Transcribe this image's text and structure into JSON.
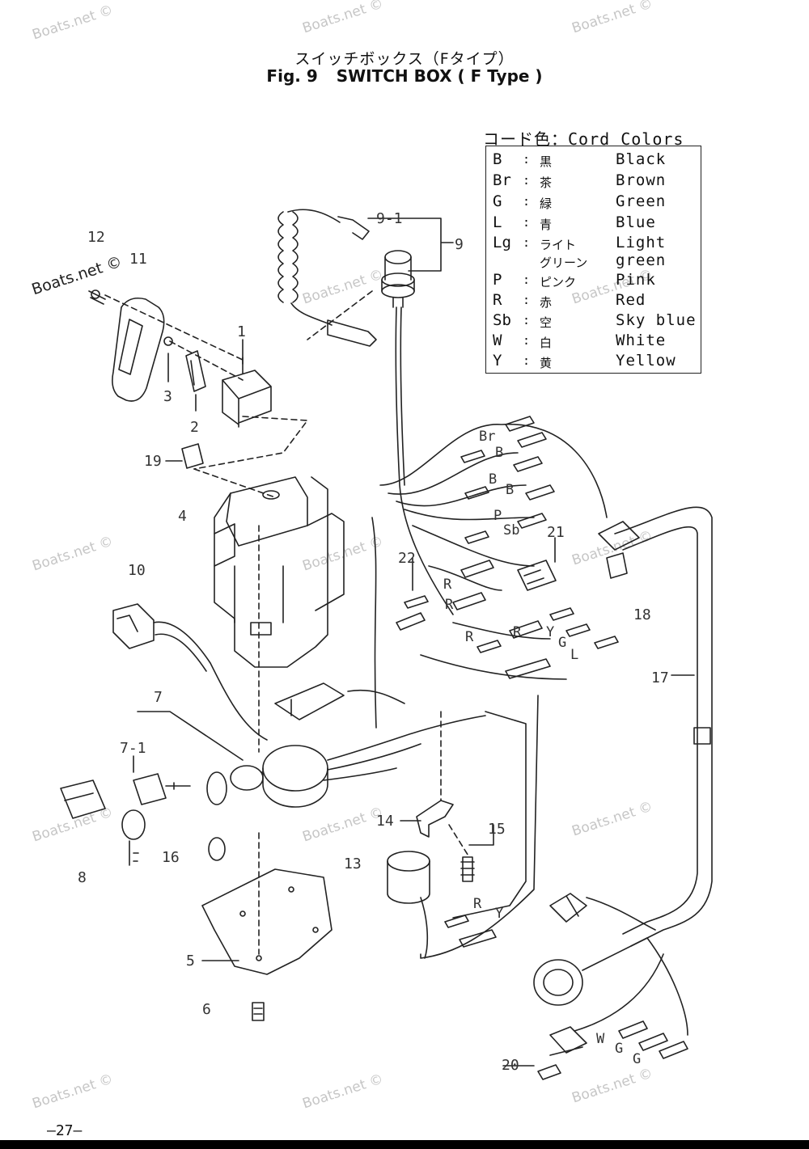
{
  "title": {
    "japanese": "スイッチボックス（Fタイプ）",
    "fig_label": "Fig. 9",
    "english": "SWITCH BOX ( F Type )"
  },
  "legend": {
    "title": "コード色：Cord Colors",
    "rows": [
      {
        "code": "B",
        "sep": ":",
        "jp": "黒",
        "en": "Black"
      },
      {
        "code": "Br",
        "sep": ":",
        "jp": "茶",
        "en": "Brown"
      },
      {
        "code": "G",
        "sep": ":",
        "jp": "緑",
        "en": "Green"
      },
      {
        "code": "L",
        "sep": ":",
        "jp": "青",
        "en": "Blue"
      },
      {
        "code": "Lg",
        "sep": ":",
        "jp": "ライト",
        "en": "Light"
      },
      {
        "code": "",
        "sep": "",
        "jp": "グリーン",
        "en": "green"
      },
      {
        "code": "P",
        "sep": ":",
        "jp": "ピンク",
        "en": "Pink"
      },
      {
        "code": "R",
        "sep": ":",
        "jp": "赤",
        "en": "Red"
      },
      {
        "code": "Sb",
        "sep": ":",
        "jp": "空",
        "en": "Sky blue"
      },
      {
        "code": "W",
        "sep": ":",
        "jp": "白",
        "en": "White"
      },
      {
        "code": "Y",
        "sep": ":",
        "jp": "黄",
        "en": "Yellow"
      }
    ]
  },
  "watermarks": {
    "text": "Boats.net ©",
    "overlay_text": "Boats.net ©"
  },
  "part_numbers": [
    "12",
    "11",
    "9-1",
    "9",
    "1",
    "3",
    "2",
    "19",
    "4",
    "10",
    "7",
    "7-1",
    "8",
    "16",
    "5",
    "6",
    "14",
    "15",
    "13",
    "22",
    "21",
    "18",
    "17",
    "20"
  ],
  "wire_labels": [
    "Br",
    "B",
    "B",
    "B",
    "P",
    "Sb",
    "R",
    "R",
    "R",
    "R",
    "Y",
    "G",
    "L",
    "R",
    "Y",
    "W",
    "G",
    "G"
  ],
  "page_number": "–27–"
}
